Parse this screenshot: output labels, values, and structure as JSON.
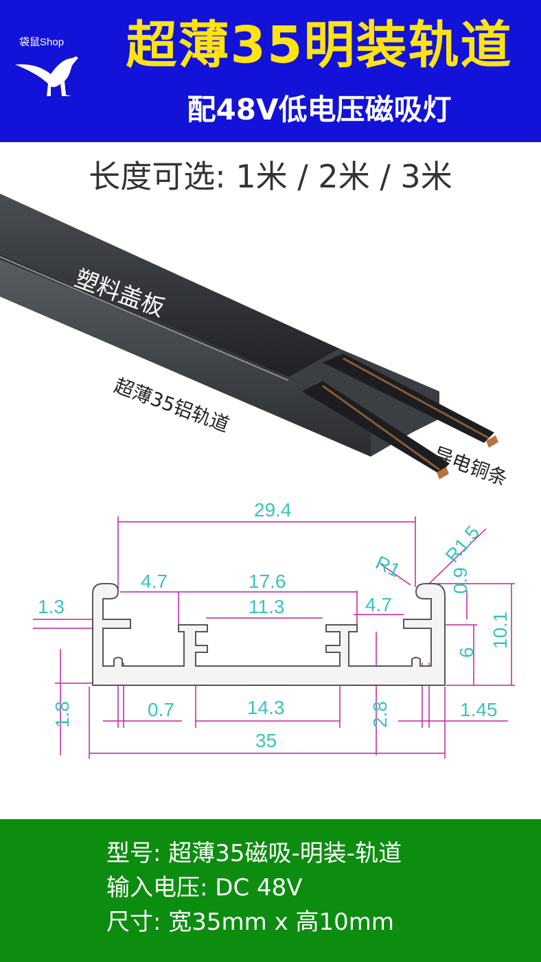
{
  "header": {
    "shop_name": "袋鼠Shop",
    "title": "超薄35明装轨道",
    "subtitle": "配48V低电压磁吸灯"
  },
  "length_options": "长度可选: 1米 / 2米 / 3米",
  "product_labels": {
    "cover": "塑料盖板",
    "track": "超薄35铝轨道",
    "copper": "导电铜条"
  },
  "dimensions": {
    "d_29_4": "29.4",
    "d_r1": "R1",
    "d_r1_5": "R1.5",
    "d_4_7_left": "4.7",
    "d_17_6": "17.6",
    "d_0_9": "0.9",
    "d_1_3": "1.3",
    "d_11_3": "11.3",
    "d_4_7_right": "4.7",
    "d_10_1": "10.1",
    "d_6": "6",
    "d_1_8": "1.8",
    "d_0_7": "0.7",
    "d_14_3": "14.3",
    "d_2_8": "2.8",
    "d_1_45": "1.45",
    "d_35": "35"
  },
  "specs": {
    "model": "型号: 超薄35磁吸-明装-轨道",
    "voltage": "输入电压: DC 48V",
    "size": "尺寸: 宽35mm x 高10mm"
  },
  "colors": {
    "header_bg": "#1212d8",
    "title_yellow": "#ffe313",
    "footer_bg": "#0c8d10",
    "dimension_line": "#c0209f",
    "dimension_text": "#38c3c0"
  }
}
